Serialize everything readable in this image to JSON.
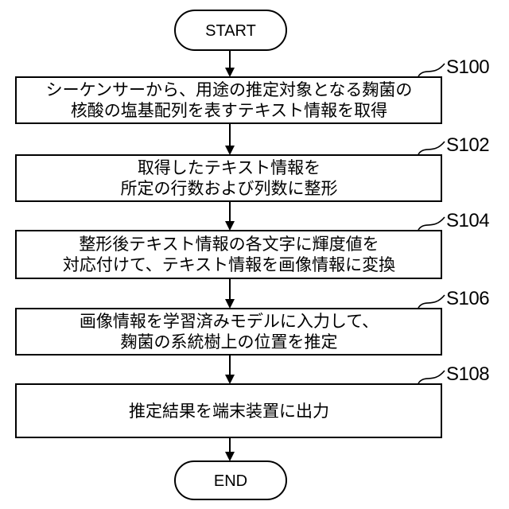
{
  "flowchart": {
    "start_label": "START",
    "end_label": "END",
    "steps": [
      {
        "id": "S100",
        "lines": [
          "シーケンサーから、用途の推定対象となる麹菌の",
          "核酸の塩基配列を表すテキスト情報を取得"
        ]
      },
      {
        "id": "S102",
        "lines": [
          "取得したテキスト情報を",
          "所定の行数および列数に整形"
        ]
      },
      {
        "id": "S104",
        "lines": [
          "整形後テキスト情報の各文字に輝度値を",
          "対応付けて、テキスト情報を画像情報に変換"
        ]
      },
      {
        "id": "S106",
        "lines": [
          "画像情報を学習済みモデルに入力して、",
          "麹菌の系統樹上の位置を推定"
        ]
      },
      {
        "id": "S108",
        "lines": [
          "推定結果を端末装置に出力"
        ]
      }
    ]
  }
}
